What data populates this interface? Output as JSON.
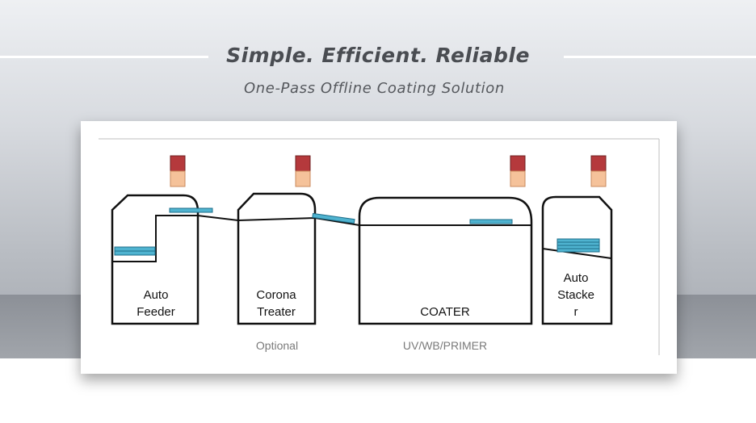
{
  "header": {
    "headline": "Simple. Efficient. Reliable",
    "subtitle": "One-Pass Offline Coating Solution"
  },
  "machines": [
    {
      "line1": "Auto",
      "line2": "Feeder"
    },
    {
      "line1": "Corona",
      "line2": "Treater"
    },
    {
      "line1": "COATER",
      "line2": ""
    },
    {
      "line1": "Auto",
      "line2": "Stacke",
      "line3": "r"
    }
  ],
  "captions": {
    "optional": "Optional",
    "coating_types": "UV/WB/PRIMER"
  },
  "colors": {
    "light_top": "#b5393c",
    "light_bottom": "#f5c29a",
    "sheet": "#4fb3d0",
    "outline": "#111111"
  }
}
